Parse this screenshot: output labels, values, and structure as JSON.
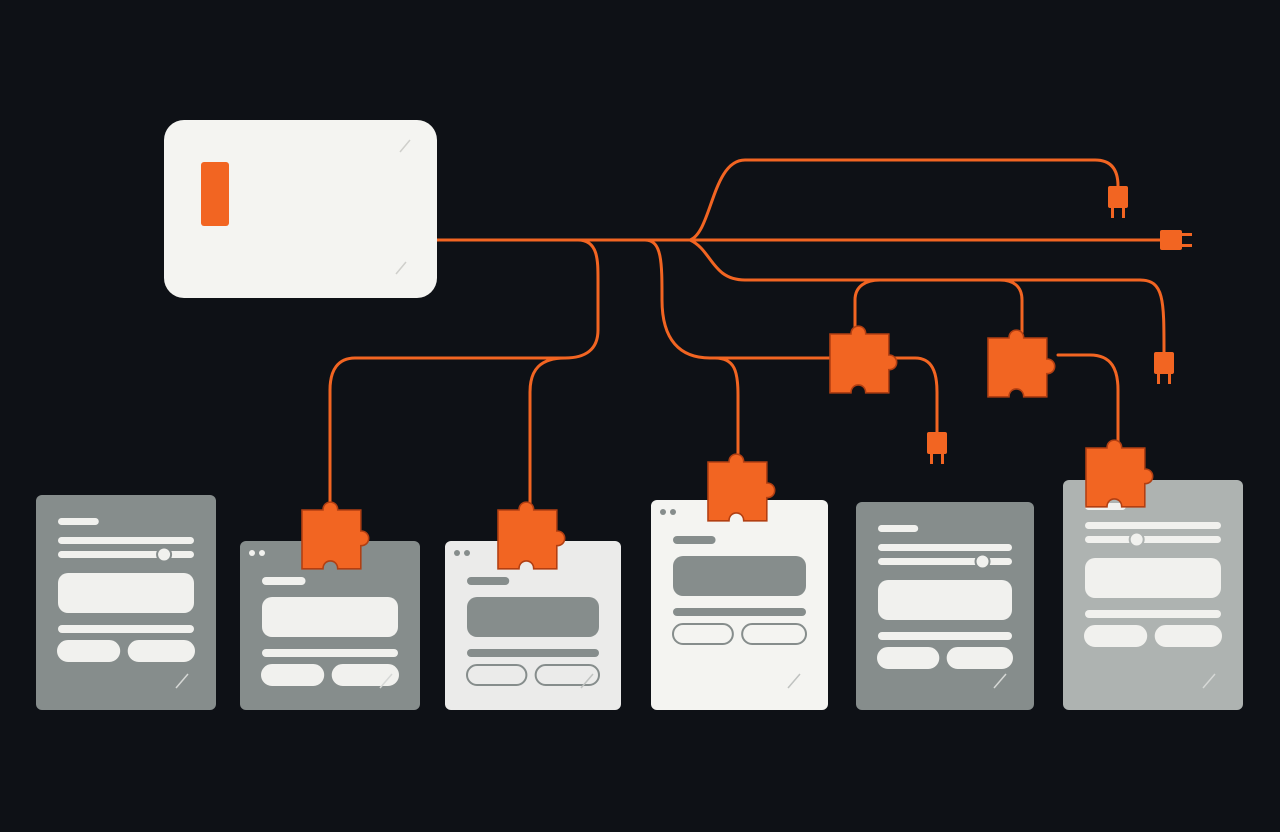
{
  "palette": {
    "background": "#0e1116",
    "accent": "#f26522",
    "accent_dark": "#b23f12",
    "paper": "#f4f4f1",
    "card_dark": "#868d8c",
    "card_mid": "#aeb3b1",
    "card_light": "#ebebea",
    "bar_on_dark": "#f1f1ee",
    "bar_on_light": "#868d8c"
  },
  "hub": {
    "name": "hub-card",
    "indicator": "orange-indicator-bar"
  },
  "cards": [
    {
      "name": "ui-card-1",
      "style": "dark",
      "dots": false,
      "has_slider": true,
      "slider_level": 0.78,
      "plug": null
    },
    {
      "name": "ui-card-2",
      "style": "dark",
      "dots": true,
      "has_slider": false,
      "plug": "puzzle-piece-icon"
    },
    {
      "name": "ui-card-3",
      "style": "light",
      "dots": true,
      "has_slider": false,
      "plug": "puzzle-piece-icon"
    },
    {
      "name": "ui-card-4",
      "style": "white",
      "dots": true,
      "has_slider": false,
      "plug": "puzzle-piece-icon"
    },
    {
      "name": "ui-card-5",
      "style": "dark",
      "dots": false,
      "has_slider": true,
      "slider_level": 0.78,
      "plug": null
    },
    {
      "name": "ui-card-6",
      "style": "mid",
      "dots": false,
      "has_slider": true,
      "slider_level": 0.38,
      "plug": "puzzle-piece-icon"
    }
  ],
  "floating_connectors": [
    {
      "name": "puzzle-connector-a",
      "icon": "puzzle-piece-icon"
    },
    {
      "name": "puzzle-connector-b",
      "icon": "puzzle-piece-icon"
    }
  ],
  "plug_ends": [
    {
      "name": "plug-end-top",
      "icon": "electric-plug-icon"
    },
    {
      "name": "plug-end-right",
      "icon": "electric-plug-icon"
    },
    {
      "name": "plug-end-mid",
      "icon": "electric-plug-icon"
    },
    {
      "name": "plug-end-far-right",
      "icon": "electric-plug-icon"
    }
  ]
}
